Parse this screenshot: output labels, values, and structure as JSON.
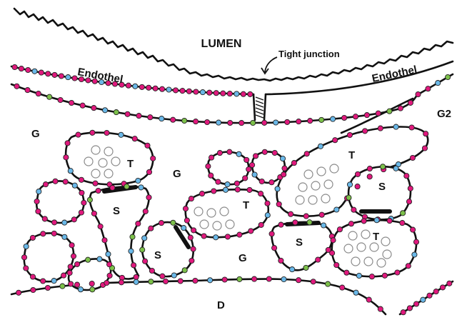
{
  "labels": {
    "lumen": "LUMEN",
    "tight_junction": "Tight junction",
    "endothel_left": "Endothel",
    "endothel_right": "Endothel",
    "g2": "G2",
    "g_left": "G",
    "g_center": "G",
    "g_bottom": "G",
    "t_left": "T",
    "t_center": "T",
    "t_right_top": "T",
    "t_right_bottom": "T",
    "s_left": "S",
    "s_center": "S",
    "s_mid": "S",
    "s_right": "S",
    "d": "D"
  },
  "colors": {
    "magenta_dot": "#e0197d",
    "blue_dot": "#6ab8e8",
    "green_dot": "#7cc04a",
    "outline": "#111111"
  }
}
